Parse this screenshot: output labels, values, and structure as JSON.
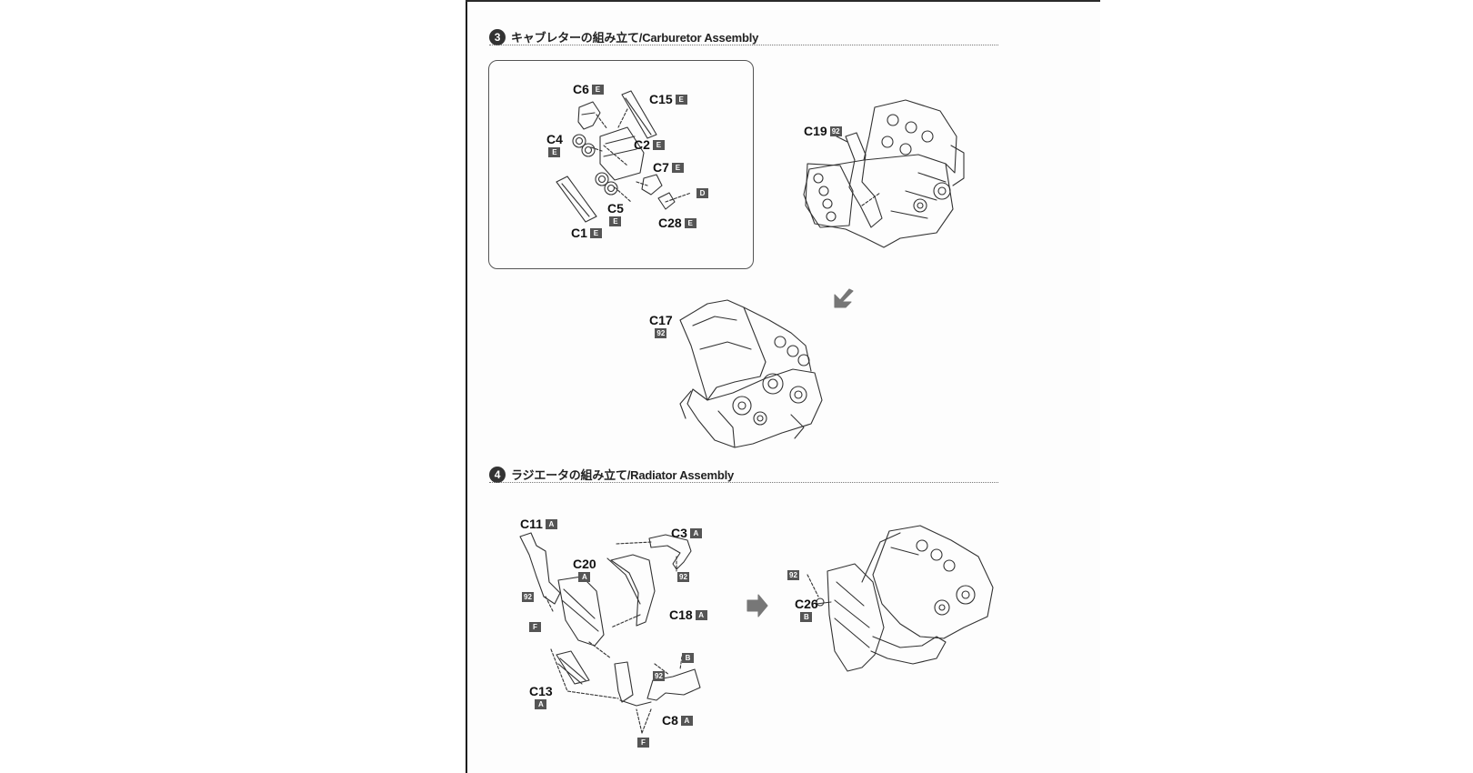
{
  "section3": {
    "step": "3",
    "title": "キャブレターの組み立て/Carburetor Assembly",
    "parts": {
      "c6": "C6",
      "c15": "C15",
      "c4": "C4",
      "c2": "C2",
      "c7": "C7",
      "c5": "C5",
      "c1": "C1",
      "c28": "C28",
      "c19": "C19",
      "c17": "C17"
    },
    "codes": {
      "c6": "E",
      "c15": "E",
      "c4": "E",
      "c2": "E",
      "c7": "E",
      "c5": "E",
      "c1": "E",
      "c28": "E",
      "d": "D",
      "c19": "92",
      "c17": "92"
    }
  },
  "section4": {
    "step": "4",
    "title": "ラジエータの組み立て/Radiator Assembly",
    "parts": {
      "c11": "C11",
      "c3": "C3",
      "c20": "C20",
      "c18": "C18",
      "c13": "C13",
      "c8": "C8",
      "c26": "C26"
    },
    "codes": {
      "c11": "A",
      "c3": "A",
      "c3_finish": "92",
      "c20": "A",
      "c11_finish": "92",
      "f_left": "F",
      "c18": "A",
      "b": "B",
      "c13": "A",
      "hose_finish": "92",
      "c8": "A",
      "f_bottom": "F",
      "c26_finish": "92",
      "c26": "B"
    }
  },
  "colors": {
    "line": "#333333",
    "code_fill": "#555555",
    "arrow": "#777777"
  }
}
